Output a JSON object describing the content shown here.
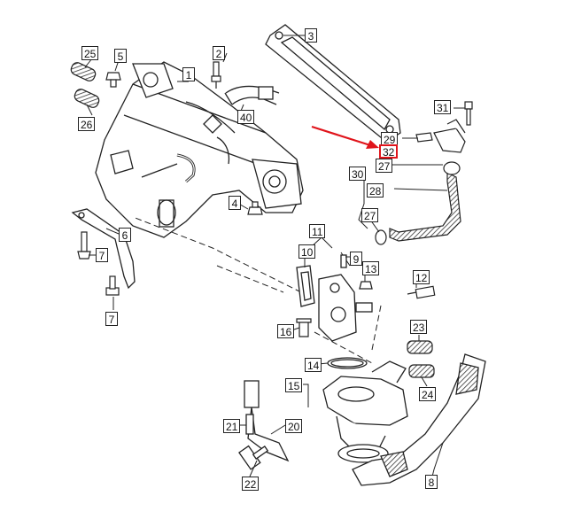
{
  "diagram": {
    "callouts": [
      "1",
      "2",
      "3",
      "4",
      "5",
      "6",
      "7",
      "7",
      "8",
      "9",
      "10",
      "11",
      "12",
      "13",
      "14",
      "15",
      "16",
      "20",
      "21",
      "22",
      "23",
      "24",
      "25",
      "26",
      "27",
      "27",
      "28",
      "29",
      "30",
      "31",
      "32",
      "40"
    ],
    "highlighted": "32",
    "colors": {
      "line": "#222222",
      "highlight": "#e0141b",
      "part_fill": "#ffffff",
      "hatch": "#555555"
    }
  }
}
